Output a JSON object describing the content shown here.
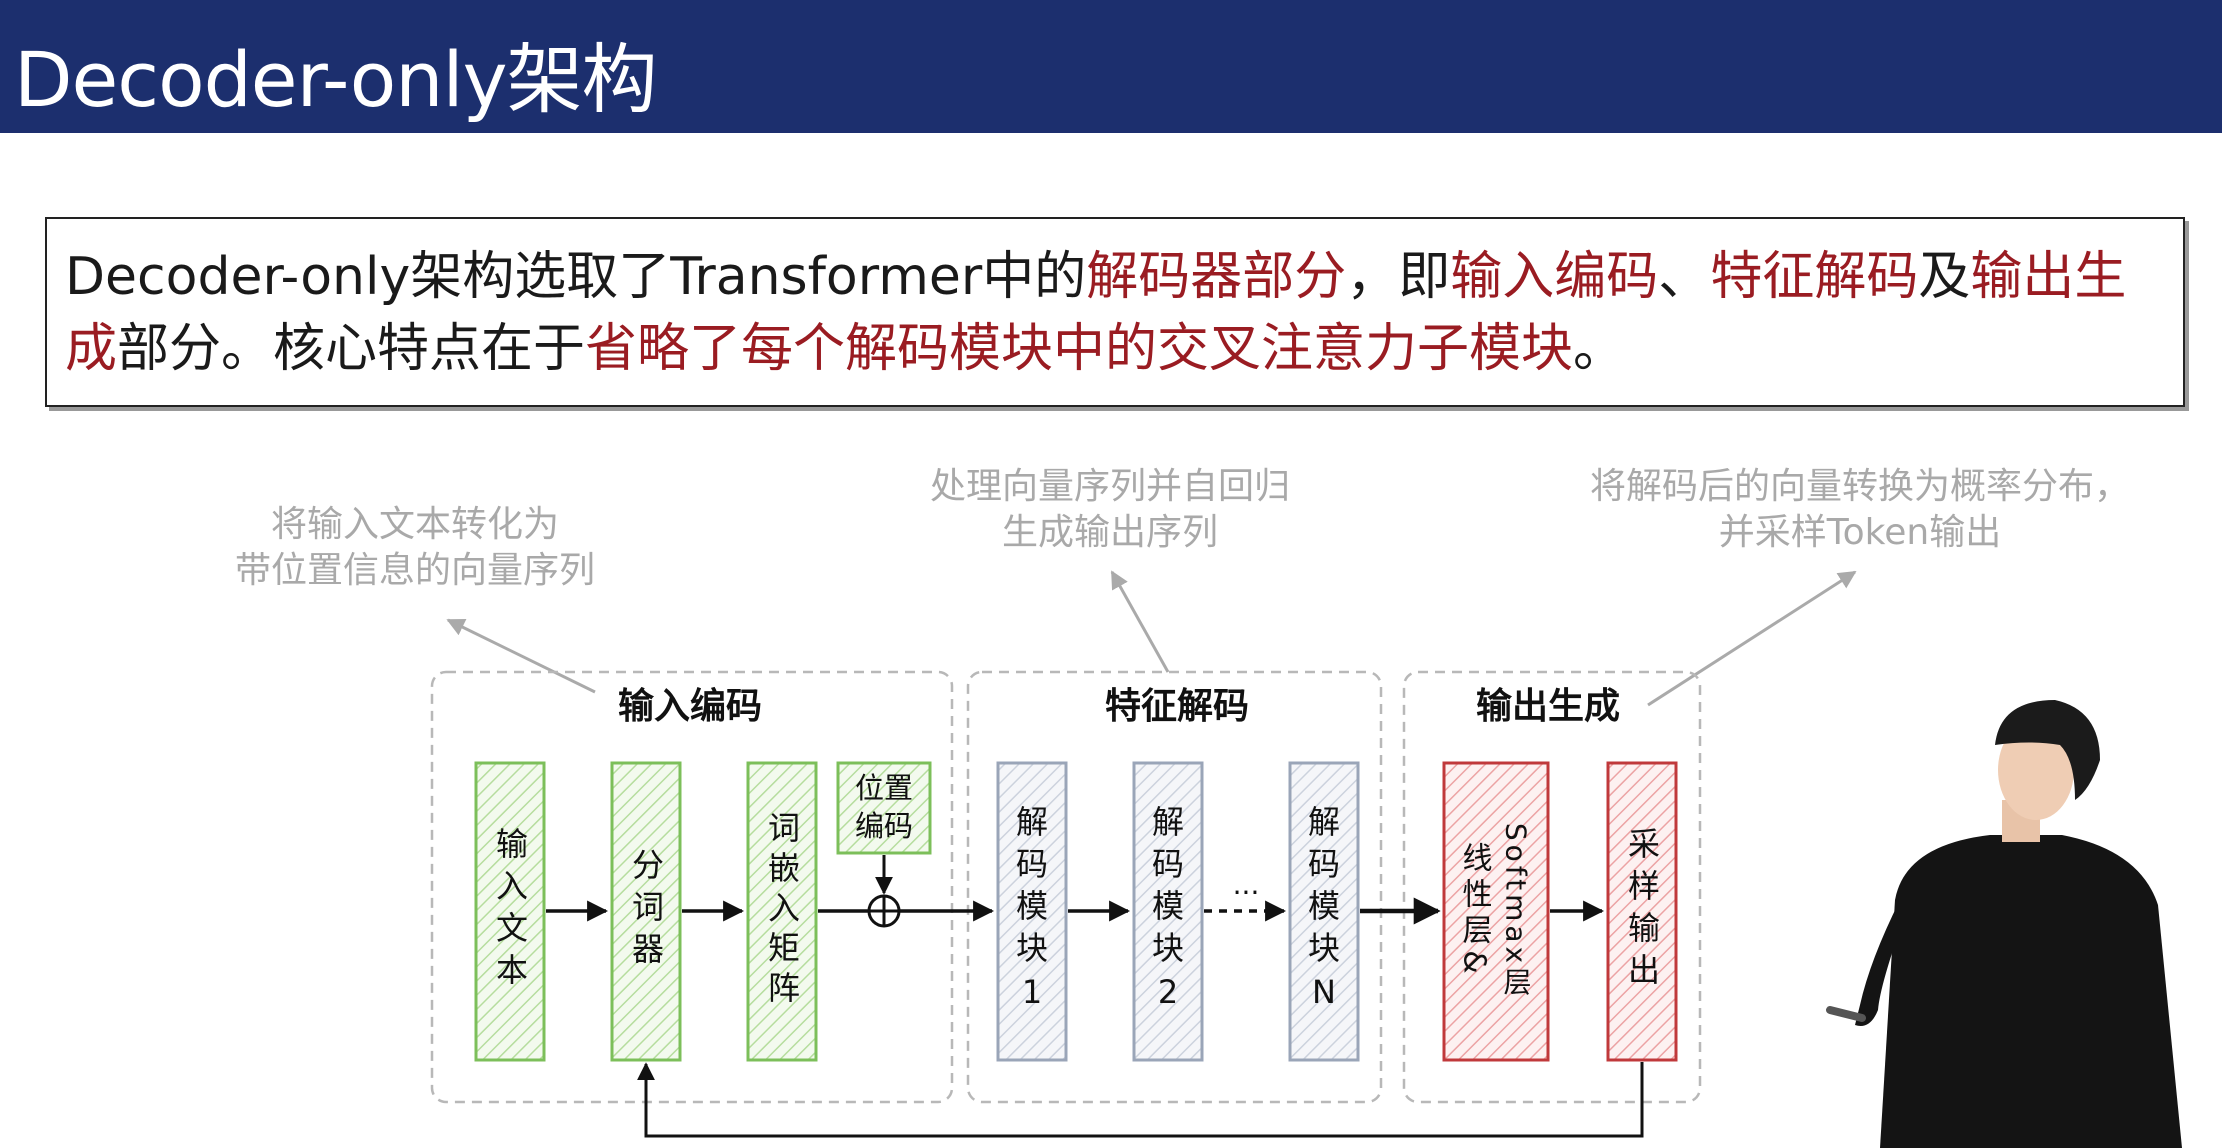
{
  "header": {
    "title": "Decoder-only架构"
  },
  "summary": {
    "segments": [
      {
        "text": "Decoder-only架构选取了Transformer中的",
        "highlight": false
      },
      {
        "text": "解码器部分",
        "highlight": true
      },
      {
        "text": "，即",
        "highlight": false
      },
      {
        "text": "输入编码",
        "highlight": true
      },
      {
        "text": "、",
        "highlight": false
      },
      {
        "text": "特征解码",
        "highlight": true
      },
      {
        "text": "及",
        "highlight": false
      },
      {
        "text": "输出生成",
        "highlight": true
      },
      {
        "text": "部分。核心特点在于",
        "highlight": false
      },
      {
        "text": "省略了每个解码模块中的交叉注意力子模块",
        "highlight": true
      },
      {
        "text": "。",
        "highlight": false
      }
    ]
  },
  "notes": {
    "input": [
      "将输入文本转化为",
      "带位置信息的向量序列"
    ],
    "feature": [
      "处理向量序列并自回归",
      "生成输出序列"
    ],
    "output": [
      "将解码后的向量转换为概率分布，",
      "并采样Token输出"
    ]
  },
  "diagram": {
    "groups": {
      "input": "输入编码",
      "feature": "特征解码",
      "output": "输出生成"
    },
    "blocks": {
      "input_text": "输入文本",
      "tokenizer": "分词器",
      "embedding": "词嵌入矩阵",
      "position": [
        "位置",
        "编码"
      ],
      "decoder1": [
        "解",
        "码",
        "模",
        "块",
        "1"
      ],
      "decoder2": [
        "解",
        "码",
        "模",
        "块",
        "2"
      ],
      "decoderN": [
        "解",
        "码",
        "模",
        "块",
        "N"
      ],
      "linear": "线性层&",
      "softmax": "Softmax层",
      "sample": "采样输出"
    },
    "ellipsis": "···",
    "colors": {
      "green": "#7cbf5a",
      "gray": "#9aa5b8",
      "red": "#c0393b",
      "note": "#a9a9a9"
    }
  }
}
